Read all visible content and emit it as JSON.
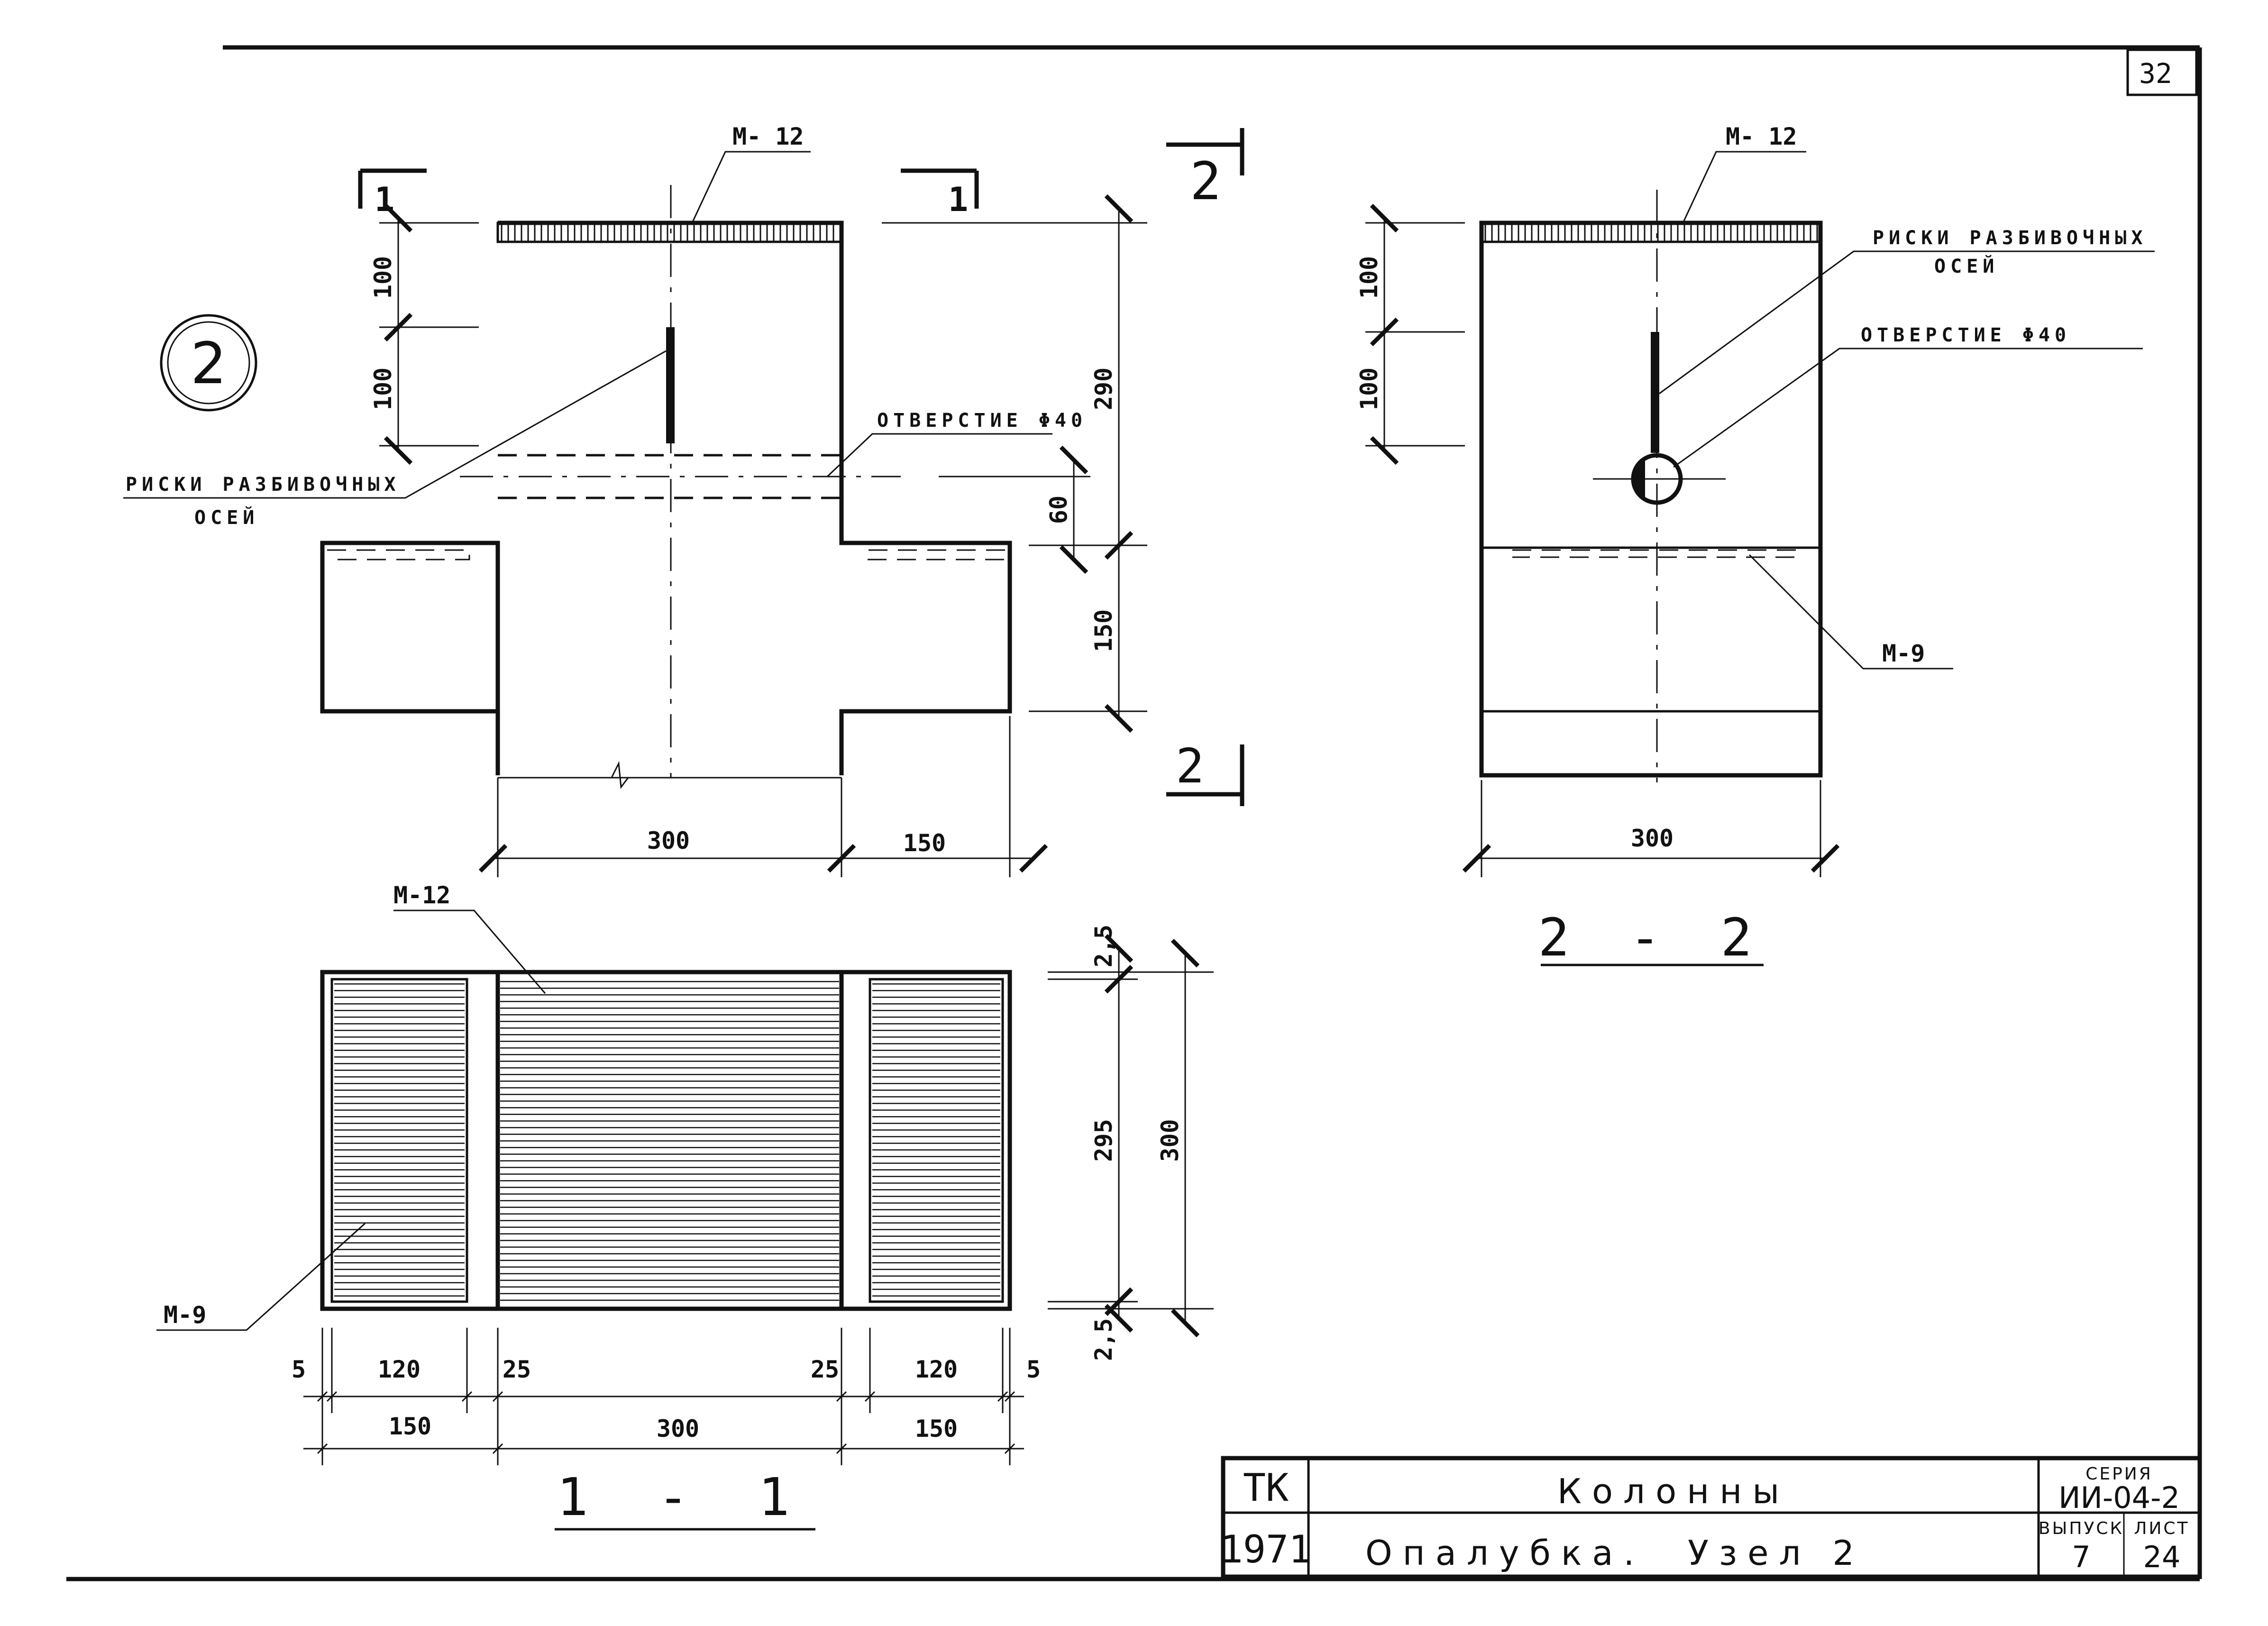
{
  "sheet_number": "32",
  "node_number": "2",
  "elevation_view": {
    "cut_mark_1": "1",
    "cut_mark_2": "2",
    "label_m12": "М- 12",
    "label_axes_line1": "РИСКИ РАЗБИВОЧНЫХ",
    "label_axes_line2": "ОСЕЙ",
    "label_hole": "ОТВЕРСТИЕ Φ40",
    "dim_100_top": "100",
    "dim_100_bottom": "100",
    "dim_290": "290",
    "dim_60": "60",
    "dim_150_v": "150",
    "dim_300": "300",
    "dim_150_h": "150"
  },
  "section_2_2": {
    "title": "2 - 2",
    "label_m12": "М- 12",
    "label_axes_line1": "РИСКИ РАЗБИВОЧНЫХ",
    "label_axes_line2": "ОСЕЙ",
    "label_hole": "ОТВЕРСТИЕ Φ40",
    "label_m9": "М-9",
    "dim_100_top": "100",
    "dim_100_bottom": "100",
    "dim_300": "300"
  },
  "section_1_1": {
    "title": "1 - 1",
    "label_m12": "М-12",
    "label_m9": "М-9",
    "dim_2_5_top": "2,5",
    "dim_295": "295",
    "dim_300_v": "300",
    "dim_2_5_bottom": "2,5",
    "dim_5_left": "5",
    "dim_120_left": "120",
    "dim_25_left": "25",
    "dim_25_right": "25",
    "dim_120_right": "120",
    "dim_5_right": "5",
    "dim_150_left": "150",
    "dim_300_h": "300",
    "dim_150_right": "150"
  },
  "title_block": {
    "org": "ТК",
    "year": "1971",
    "title": "Колонны",
    "subtitle_1": "Опалубка.",
    "subtitle_2": "Узел 2",
    "series_label": "СЕРИЯ",
    "series_value": "ИИ-04-2",
    "issue_label": "ВЫПУСК",
    "issue_value": "7",
    "sheet_label": "ЛИСТ",
    "sheet_value": "24"
  }
}
